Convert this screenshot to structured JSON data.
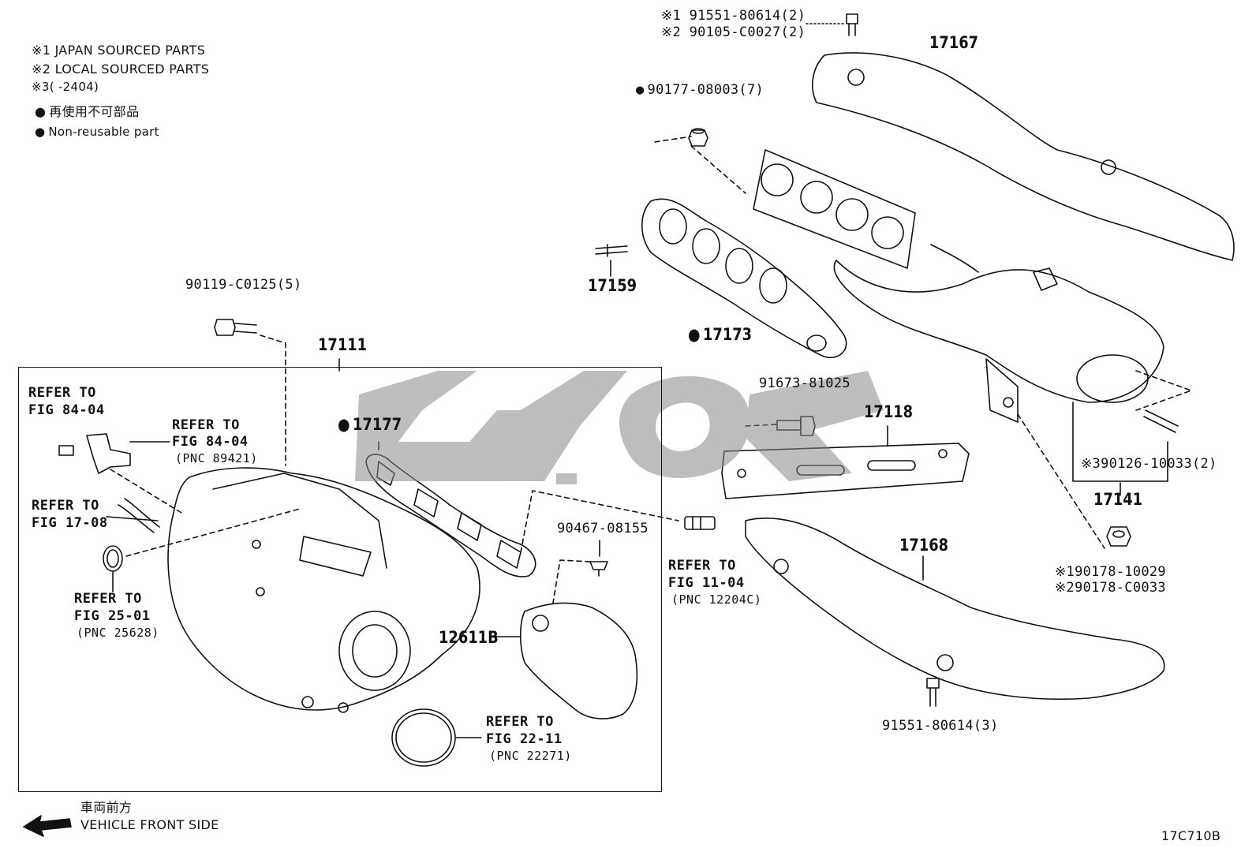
{
  "legend": {
    "line1": "※1 JAPAN SOURCED PARTS",
    "line2": "※2 LOCAL SOURCED PARTS",
    "line3": "※3(      -2404)",
    "line4_jp": "再使用不可部品",
    "line5": "Non-reusable part"
  },
  "parts": {
    "p17167": "17167",
    "p91551a": "※1 91551-80614(2)",
    "p90105": "※2 90105-C0027(2)",
    "p90177": "90177-08003(7)",
    "p17159": "17159",
    "p17173": "17173",
    "p91673": "91673-81025",
    "p17118": "17118",
    "p90126": "※390126-10033(2)",
    "p17141": "17141",
    "p90178a": "※190178-10029",
    "p90178b": "※290178-C0033",
    "p17168": "17168",
    "p91551b": "91551-80614(3)",
    "p90119": "90119-C0125(5)",
    "p17111": "17111",
    "p17177": "17177",
    "p90467": "90467-08155",
    "p12611B": "12611B"
  },
  "refs": {
    "r1a": "REFER TO",
    "r1b": "FIG 84-04",
    "r2a": "REFER TO",
    "r2b": "FIG 84-04",
    "r2c": "(PNC 89421)",
    "r3a": "REFER TO",
    "r3b": "FIG 17-08",
    "r4a": "REFER TO",
    "r4b": "FIG 25-01",
    "r4c": "(PNC 25628)",
    "r5a": "REFER TO",
    "r5b": "FIG 11-04",
    "r5c": "(PNC 12204C)",
    "r6a": "REFER TO",
    "r6b": "FIG 22-11",
    "r6c": "(PNC 22271)"
  },
  "direction": {
    "jp": "車両前方",
    "en": "VEHICLE FRONT SIDE"
  },
  "figure_id": "17C710B"
}
